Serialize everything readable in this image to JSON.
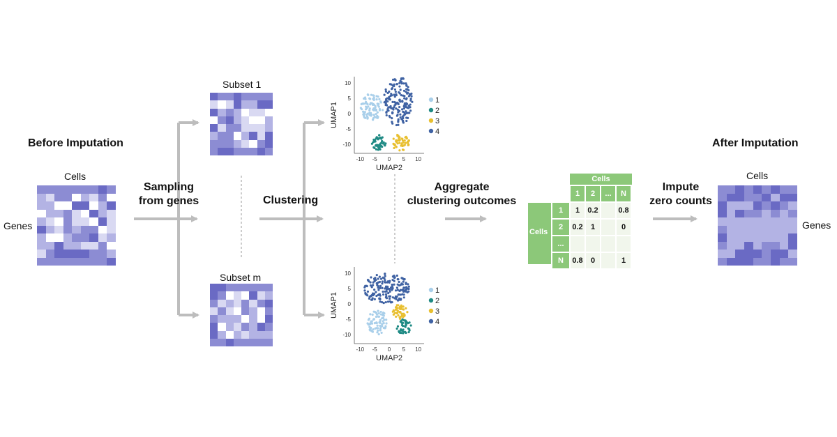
{
  "before": {
    "title": "Before Imputation",
    "cells_label": "Cells",
    "genes_label": "Genes"
  },
  "step_sampling": {
    "line1": "Sampling",
    "line2": "from genes"
  },
  "subsets": {
    "first": "Subset 1",
    "last": "Subset m"
  },
  "step_clustering": "Clustering",
  "umap": {
    "ylabel": "UMAP1",
    "xlabel": "UMAP2",
    "xticks": [
      "-10",
      "-5",
      "0",
      "5",
      "10"
    ],
    "yticks": [
      "10",
      "5",
      "0",
      "-5",
      "-10"
    ],
    "legend": [
      "1",
      "2",
      "3",
      "4"
    ],
    "colors": [
      "#a9cfea",
      "#1f8a84",
      "#e8bf2f",
      "#3f62a3"
    ]
  },
  "step_aggregate": {
    "line1": "Aggregate",
    "line2": "clustering outcomes"
  },
  "matrix": {
    "header": "Cells",
    "col_labels": [
      "1",
      "2",
      "...",
      "N"
    ],
    "row_header": "Cells",
    "row_labels": [
      "1",
      "2",
      "...",
      "N"
    ],
    "cells": [
      [
        "1",
        "0.2",
        "",
        "0.8"
      ],
      [
        "0.2",
        "1",
        "",
        "0"
      ],
      [
        "",
        "",
        "",
        ""
      ],
      [
        "0.8",
        "0",
        "",
        "1"
      ]
    ],
    "colors": {
      "header": "#8cc879",
      "body": "#f1f6ec"
    }
  },
  "step_impute": {
    "line1": "Impute",
    "line2": "zero counts"
  },
  "after": {
    "title": "After Imputation",
    "cells_label": "Cells",
    "genes_label": "Genes"
  }
}
